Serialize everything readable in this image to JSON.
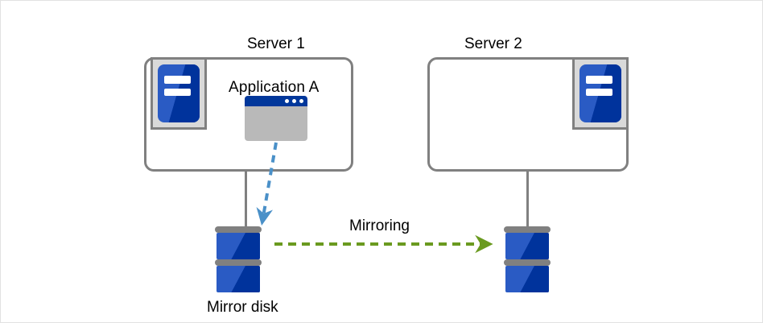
{
  "diagram": {
    "title_alt": "Mirror disk configuration between two servers",
    "colors": {
      "frame_border": "#e2e2e2",
      "box_border": "#808080",
      "icon_frame_fill": "#d9d9d9",
      "server_blue": "#2a5bc4",
      "server_blue_dark": "#00339c",
      "app_titlebar": "#01379b",
      "app_body": "#b9b9b9",
      "disk_cap": "#808080",
      "mirroring_arrow": "#6a9a1f",
      "write_arrow": "#4a90c8",
      "text": "#000000"
    },
    "nodes": {
      "server1": {
        "label": "Server 1",
        "icon_name": "server-machine-icon",
        "application": {
          "label": "Application A",
          "icon_name": "application-window-icon",
          "window_dots": 3
        }
      },
      "server2": {
        "label": "Server 2",
        "icon_name": "server-machine-icon",
        "application": null
      },
      "disk_left": {
        "label": "Mirror disk",
        "icon_name": "mirror-disk-icon",
        "platters": 2
      },
      "disk_right": {
        "label": "",
        "icon_name": "mirror-disk-icon",
        "platters": 2
      }
    },
    "connections": [
      {
        "name": "server1-to-disk-left",
        "style": "solid",
        "color": "#808080",
        "label": ""
      },
      {
        "name": "server2-to-disk-right",
        "style": "solid",
        "color": "#808080",
        "label": ""
      },
      {
        "name": "application-write-to-disk",
        "style": "dashed",
        "color": "#4a90c8",
        "label": "",
        "arrow": "down"
      },
      {
        "name": "mirroring-replication",
        "style": "dashed",
        "color": "#6a9a1f",
        "label": "Mirroring",
        "arrow": "right"
      }
    ]
  }
}
